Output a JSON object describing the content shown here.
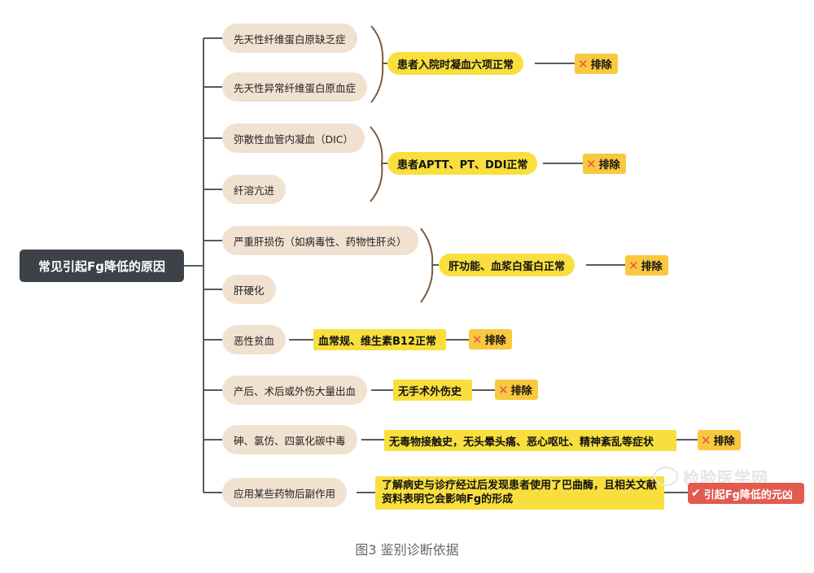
{
  "root": {
    "label": "常见引起Fg降低的原因"
  },
  "causes": [
    "先天性纤维蛋白原缺乏症",
    "先天性异常纤维蛋白原血症",
    "弥散性血管内凝血（DIC）",
    "纤溶亢进",
    "严重肝损伤（如病毒性、药物性肝炎）",
    "肝硬化",
    "恶性贫血",
    "产后、术后或外伤大量出血",
    "砷、氯仿、四氯化碳中毒",
    "应用某些药物后副作用"
  ],
  "findings": [
    "患者入院时凝血六项正常",
    "患者APTT、PT、DDI正常",
    "肝功能、血浆白蛋白正常",
    "血常规、维生素B12正常",
    "无手术外伤史",
    "无毒物接触史，无头晕头痛、恶心呕吐、精神紊乱等症状",
    "了解病史与诊疗经过后发现患者使用了巴曲酶，且相关文献资料表明它会影响Fg的形成"
  ],
  "exclude_label": "排除",
  "culprit_label": "引起Fg降低的元凶",
  "watermark": "检验医学网",
  "caption": "图3 鉴别诊断依据",
  "colors": {
    "root": "#3d4148",
    "cause": "#f1e1d0",
    "finding": "#f8df3e",
    "exclude": "#f8c83f",
    "culprit": "#e25b4f"
  }
}
